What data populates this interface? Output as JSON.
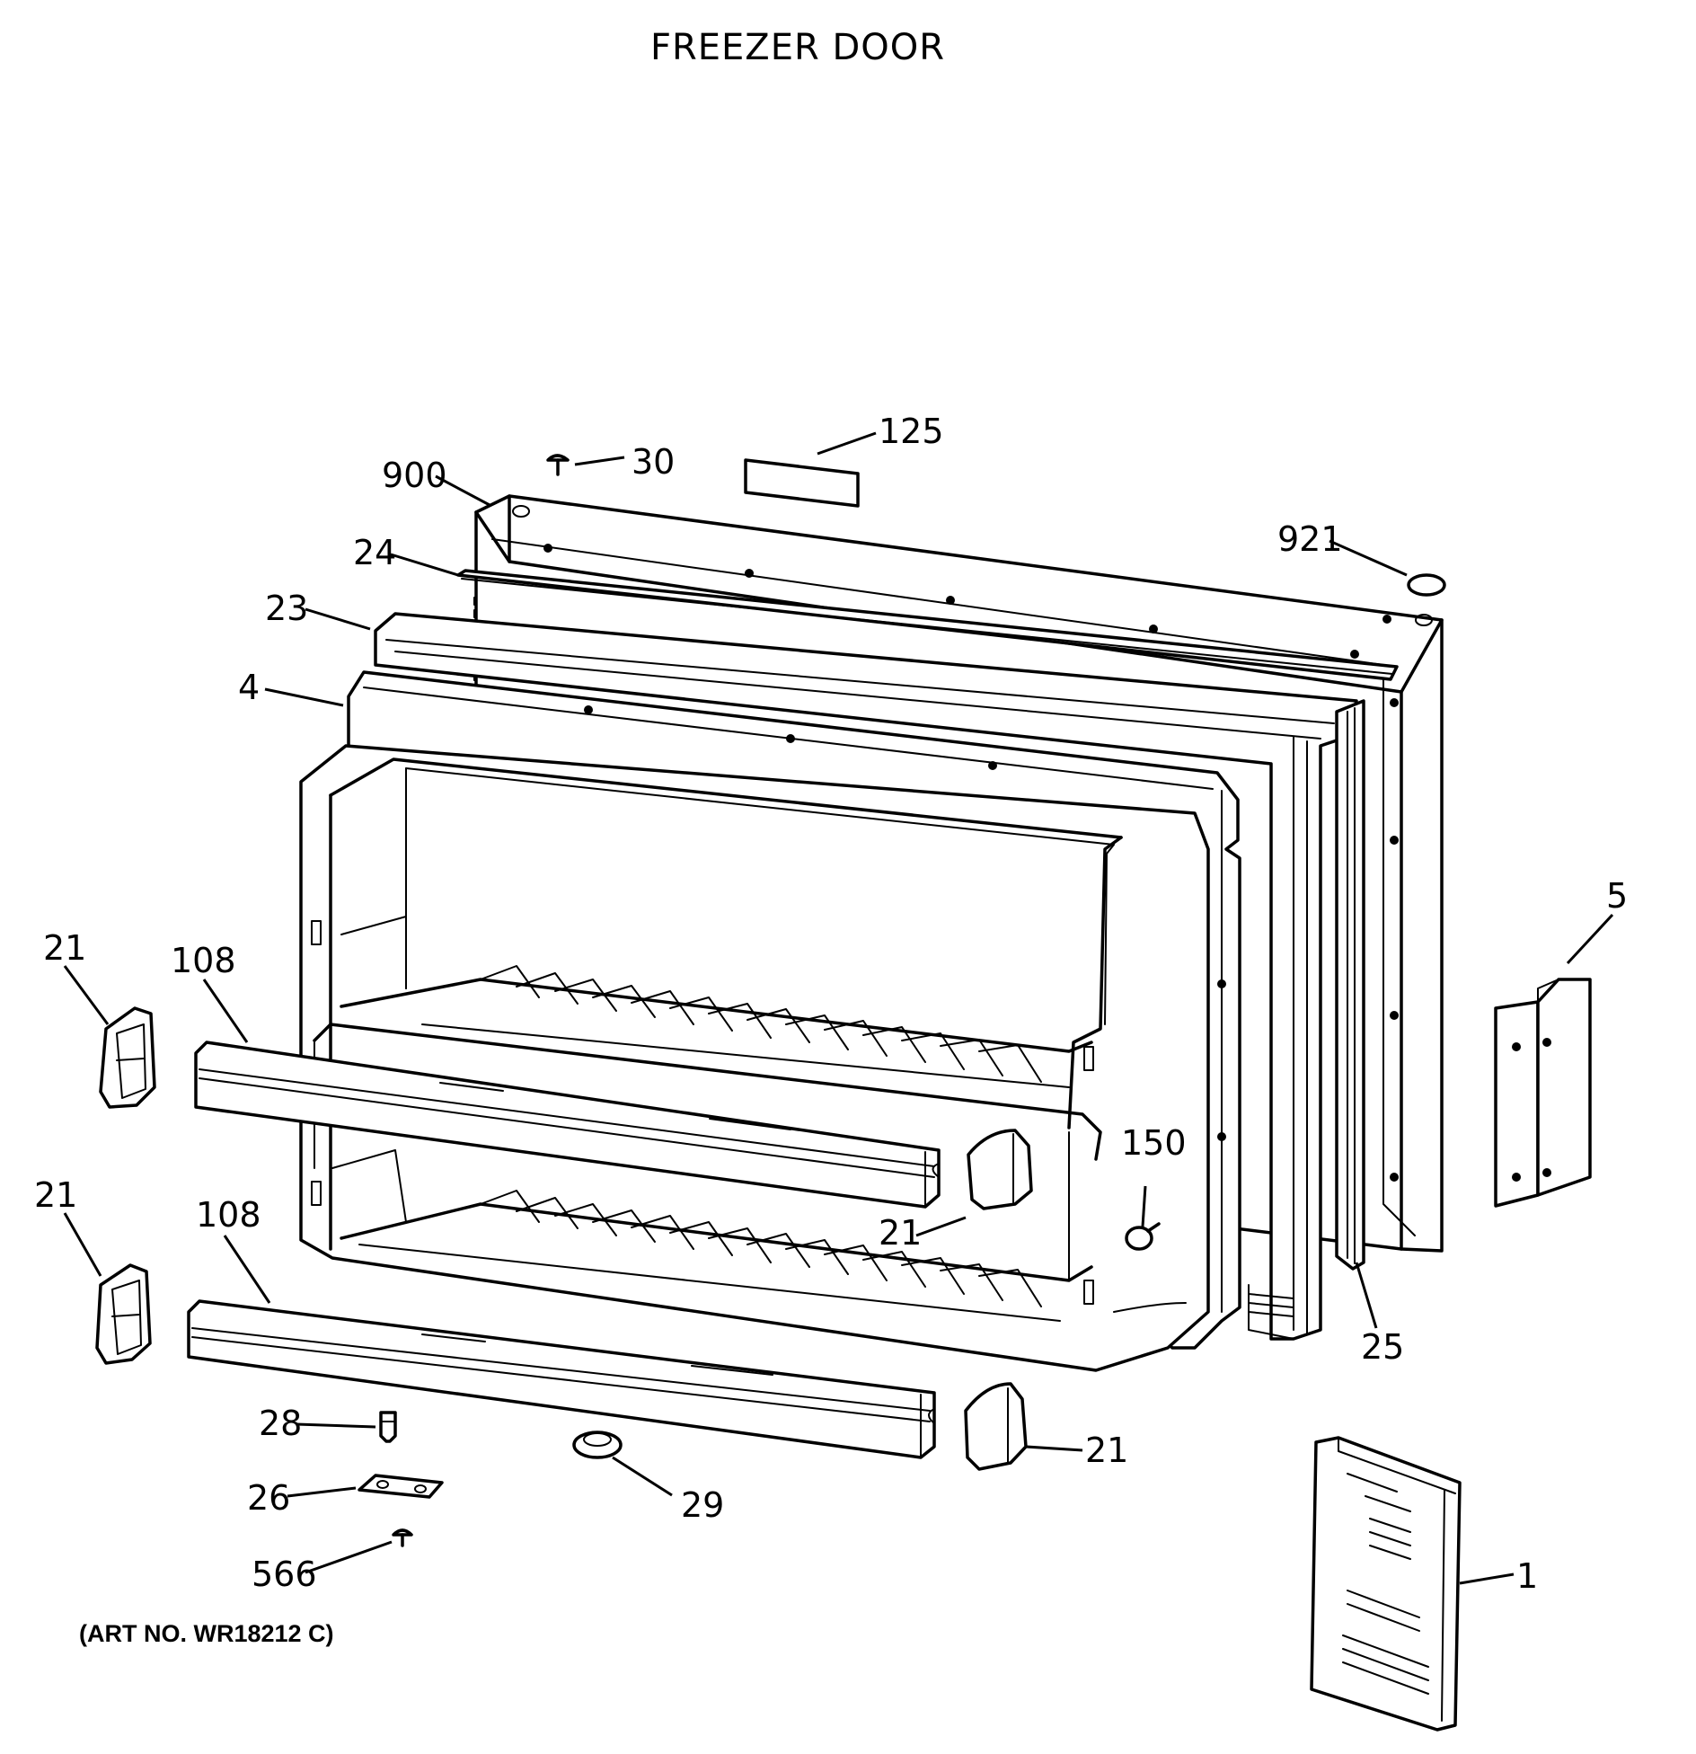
{
  "title": "FREEZER DOOR",
  "art_no": "(ART NO. WR18212 C)",
  "callouts": {
    "c900": "900",
    "c30": "30",
    "c125": "125",
    "c921": "921",
    "c24": "24",
    "c23": "23",
    "c4": "4",
    "c5": "5",
    "c21a": "21",
    "c108a": "108",
    "c21b": "21",
    "c108b": "108",
    "c150": "150",
    "c21c": "21",
    "c25": "25",
    "c28": "28",
    "c26": "26",
    "c29": "29",
    "c566": "566",
    "c21d": "21",
    "c1": "1"
  }
}
